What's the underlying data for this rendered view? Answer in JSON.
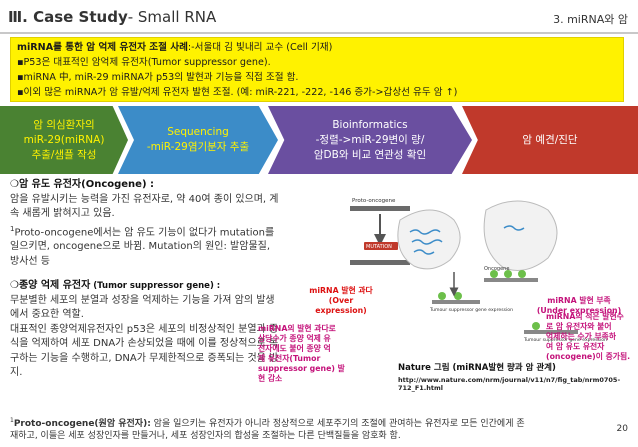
{
  "header": {
    "title_main": "Ⅲ. Case Study",
    "title_sub": "- Small RNA",
    "section_tag": "3. miRNA와 암"
  },
  "summary": {
    "line1_bold": "miRNA를 통한 암 억제 유전자 조절 사례",
    "line1_rest": ":-서울대 김 빛내리 교수 (Cell 기재)",
    "line2": "▪P53은 대표적인 암억제 유전자(Tumor suppressor gene).",
    "line3": "▪miRNA 中, miR-29 miRNA가 p53의 발현과 기능을 직접 조절 함.",
    "line4": "▪이외 많은 miRNA가 암 유발/억제 유전자 발현 조절. (예: miR-221, -222, -146 증가->갑상선 유두 암  ↑)"
  },
  "process": [
    {
      "line1": "암 의심환자의",
      "line2": "miR-29(miRNA)",
      "line3": "추출/샘플 작성"
    },
    {
      "line1": "Sequencing",
      "line2": "-miR-29염기분자 추출",
      "line3": ""
    },
    {
      "line1": "Bioinformatics",
      "line2": "-정렬->miR-29변이 량/",
      "line3": "암DB와 비교 연관성 확인"
    },
    {
      "line1": "암 예견/진단",
      "line2": "",
      "line3": ""
    }
  ],
  "oncogene": {
    "heading": "❍암 유도 유전자(Oncogene) :",
    "p1": "암을 유발시키는 능력을 가진 유전자로, 약 40여 종이 있으며, 계속 새롭게 밝혀지고 있음.",
    "p2_sup": "1",
    "p2": "Proto-oncogene에서는 암 유도 기능이 없다가 mutation를 일으키면, oncogene으로 바뀜. Mutation의 원인: 발암물질, 방사선 등"
  },
  "suppressor": {
    "heading": "❍종양 억제 유전자",
    "heading_paren": " (Tumor suppressor gene) :",
    "p1": "무분별한 세포의 분열과 성장을 억제하는 기능을 가져 암의 발생에서 중요한 역할.",
    "p2": "대표적인 종양억제유전자인 p53은 세포의 비정상적인 분열과 증식을 억제하여 세포 DNA가 손상되었을 때에 이를 정상적으로 복구하는 기능을 수행하고, DNA가 무제한적으로 증폭되는 것을 방지."
  },
  "figure": {
    "label_proto": "Proto-oncogene",
    "label_mutation": "MUTATION",
    "label_oncogene": "Oncogene",
    "label_tsg_left": "Tumour suppressor gene expression",
    "label_tsg_right": "Tumour suppressor gene expression",
    "over_expr": "miRNA 발현 과다\n(Over expression)",
    "under_expr": "miRNA 발현 부족\n(Under expression)",
    "left_note": "miRNA의 발현 과다로\n상당수가 종양 억제 유\n전자에도 붙어 종양 억\n제 유전자(Tumor\nsuppressor gene) 발\n현 감소",
    "right_note": "miRNA의 적은 발현수\n로 암 유전자와 붙어\n억제하는 수가 부족하\n여 암 유도 유전자\n(oncogene)이 증가됨.",
    "nature_caption": "Nature 그림 (miRNA발현 량과 암 관계)",
    "nature_url": "http://www.nature.com/nrm/journal/v11/n7/fig_tab/nrm0705-712_F1.html"
  },
  "footnote": {
    "sup": "1",
    "bold": "Proto-oncogene(원암 유전자):",
    "rest": " 암을 일으키는 유전자가 아니라 정상적으로 세포주기의 조절에 관여하는 유전자로 모든 인간에게 존재하고, 이들은 세포 성장인자를 만들거나, 세포 성장인자의 합성을 조절하는 다른 단백질들을 암호화 함."
  },
  "page_number": "20",
  "colors": {
    "highlight": "#fff200",
    "step1": "#4a8232",
    "step2": "#3c8cc8",
    "step3": "#6a4fa0",
    "step4": "#c0392b",
    "note_red": "#dd1111"
  }
}
